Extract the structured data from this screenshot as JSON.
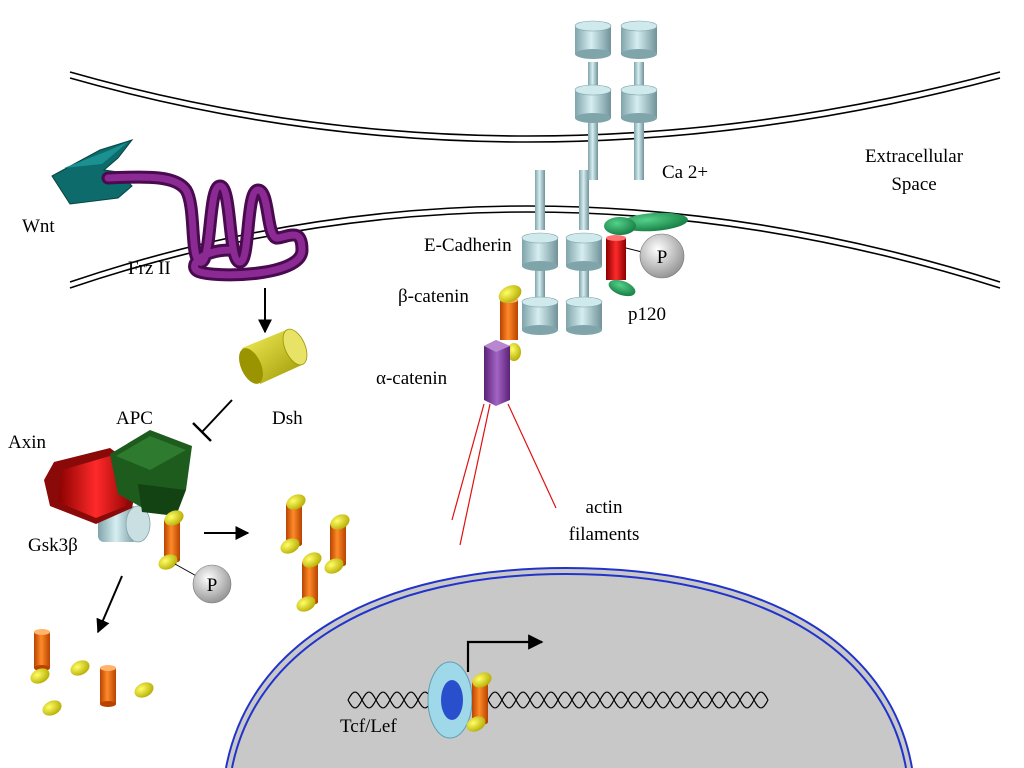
{
  "labels": {
    "wnt": "Wnt",
    "frz": "Frz II",
    "dsh": "Dsh",
    "apc": "APC",
    "axin": "Axin",
    "gsk": "Gsk3β",
    "phospho": "P",
    "phospho2": "P",
    "ecadherin": "E-Cadherin",
    "bcatenin": "β-catenin",
    "acatenin": "α-catenin",
    "p120": "p120",
    "ca": "Ca 2+",
    "extracellular_line1": "Extracellular",
    "extracellular_line2": "Space",
    "actin_line1": "actin",
    "actin_line2": "filaments",
    "tcf": "Tcf/Lef"
  },
  "colors": {
    "membrane": "#000000",
    "nucleus_fill": "#c8c8c8",
    "nuclear_envelope": "#2233cc",
    "frizzled": "#6a1470",
    "wnt": "#0e6b6b",
    "dsh": "#c9c400",
    "apc": "#1d5c1d",
    "axin": "#a80f0f",
    "gsk": "#a9c4c8",
    "beta_catenin_body": "#e8600a",
    "beta_catenin_caps": "#d8cf00",
    "alpha_catenin": "#7c3a9c",
    "cadherin": "#a9cdd3",
    "p120": "#1a8a4a",
    "actin": "#e01010",
    "phosphate": "#bdbdbd",
    "tcf_lef": "#9fd8e8",
    "dna": "#000000"
  }
}
